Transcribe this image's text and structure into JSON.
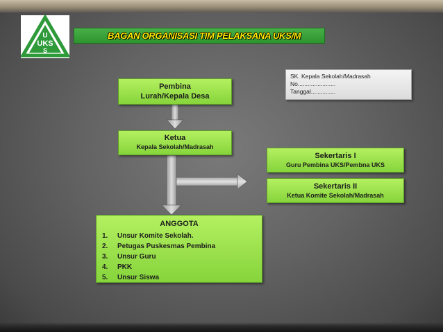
{
  "title": "BAGAN ORGANISASI TIM PELAKSANA UKS/M",
  "logo": {
    "top_letter": "U",
    "middle": "UKS",
    "bottom_letter": "S",
    "color": "#2e9a3a"
  },
  "sk_note": {
    "line1": "SK. Kepala Sekolah/Madrasah",
    "line2": "No.......................",
    "line3": "Tanggal..............."
  },
  "pembina": {
    "title": "Pembina",
    "subtitle": "Lurah/Kepala Desa"
  },
  "ketua": {
    "title": "Ketua",
    "subtitle": "Kepala Sekolah/Madrasah"
  },
  "sekertaris1": {
    "title": "Sekertaris I",
    "subtitle": "Guru Pembina UKS/Pembna UKS"
  },
  "sekertaris2": {
    "title": "Sekertaris II",
    "subtitle": "Ketua Komite Sekolah/Madrasah"
  },
  "anggota": {
    "title": "ANGGOTA",
    "items": [
      {
        "num": "1.",
        "text": "Unsur Komite Sekolah."
      },
      {
        "num": "2.",
        "text": "Petugas Puskesmas Pembina"
      },
      {
        "num": "3.",
        "text": "Unsur Guru"
      },
      {
        "num": "4.",
        "text": "PKK"
      },
      {
        "num": "5.",
        "text": "Unsur Siswa"
      }
    ]
  },
  "colors": {
    "box_green": "#9ae24e",
    "title_green": "#38a238",
    "title_text": "#ffee00",
    "arrow_gray": "#bdbdbd"
  }
}
